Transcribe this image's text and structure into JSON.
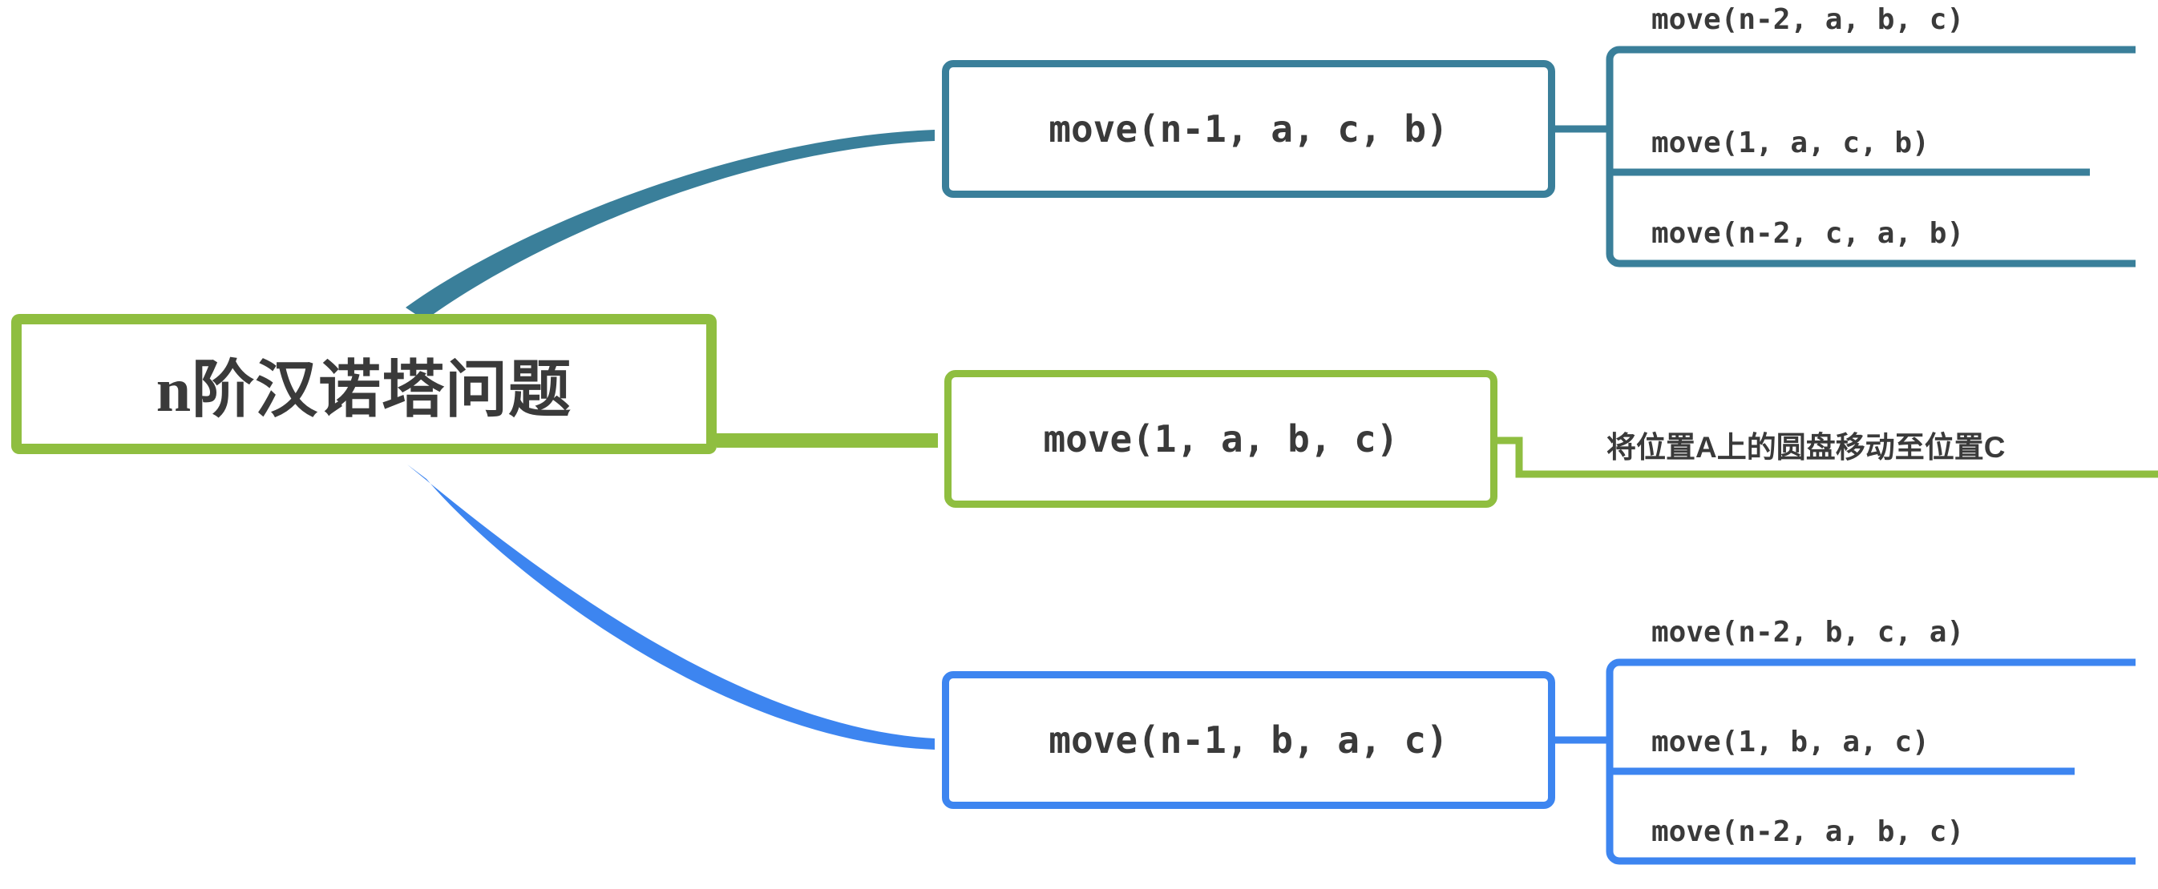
{
  "diagram": {
    "title": "n阶汉诺塔问题",
    "type": "mindmap",
    "colors": {
      "root": "#8fbe40",
      "branch_teal": "#3a7f9a",
      "branch_green": "#8fbe40",
      "branch_blue": "#3d85f0",
      "text": "#3a3a3a",
      "background": "#ffffff"
    }
  },
  "root": {
    "label": "n阶汉诺塔问题"
  },
  "branches": [
    {
      "id": "branch-teal",
      "label": "move(n-1, a, c, b)",
      "color": "#3a7f9a",
      "children": [
        {
          "label": "move(n-2, a, b, c)"
        },
        {
          "label": "move(1, a, c, b)"
        },
        {
          "label": "move(n-2, c, a, b)"
        }
      ]
    },
    {
      "id": "branch-green",
      "label": "move(1, a, b, c)",
      "color": "#8fbe40",
      "children": [
        {
          "label": "将位置A上的圆盘移动至位置C"
        }
      ]
    },
    {
      "id": "branch-blue",
      "label": "move(n-1, b, a, c)",
      "color": "#3d85f0",
      "children": [
        {
          "label": "move(n-2, b, c, a)"
        },
        {
          "label": "move(1, b, a, c)"
        },
        {
          "label": "move(n-2, a, b, c)"
        }
      ]
    }
  ]
}
